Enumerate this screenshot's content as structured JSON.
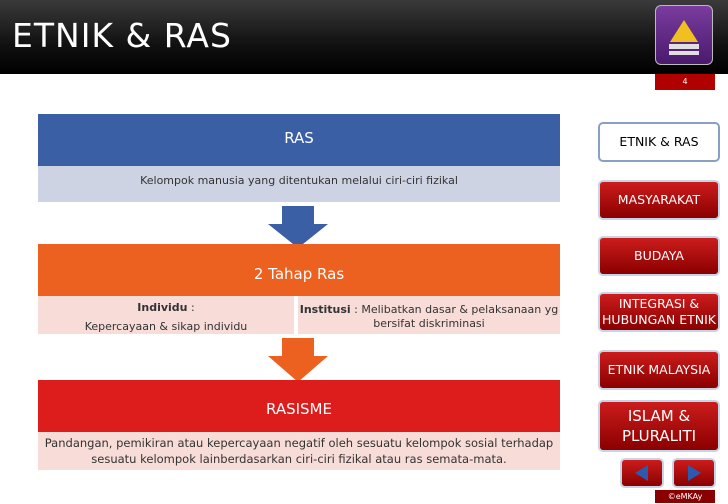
{
  "header": {
    "title": "ETNIK & RAS",
    "page_number": "4"
  },
  "main": {
    "ras": {
      "title": "RAS",
      "desc": "Kelompok manusia yang ditentukan melalui ciri-ciri fizikal"
    },
    "tahap": {
      "title": "2 Tahap Ras",
      "individu_label": "Individu",
      "individu_colon": " :",
      "individu_text": "Kepercayaan & sikap individu",
      "institusi_label": "Institusi",
      "institusi_text": " : Melibatkan dasar & pelaksanaan yg bersifat diskriminasi"
    },
    "rasisme": {
      "title": "RASISME",
      "desc": "Pandangan, pemikiran atau kepercayaan negatif oleh sesuatu kelompok sosial terhadap sesuatu kelompok lainberdasarkan ciri-ciri fizikal atau ras semata-mata."
    }
  },
  "nav": {
    "items": [
      {
        "label": "ETNIK & RAS"
      },
      {
        "label": "MASYARAKAT"
      },
      {
        "label": "BUDAYA"
      },
      {
        "label": "INTEGRASI & HUBUNGAN ETNIK"
      },
      {
        "label": "ETNIK MALAYSIA"
      },
      {
        "label": "ISLAM & PLURALITI"
      }
    ],
    "prev_icon": "left-triangle-icon",
    "next_icon": "right-triangle-icon"
  },
  "footer": {
    "copyright": "©eMKAy"
  },
  "colors": {
    "blue": "#3b5fa5",
    "orange": "#ec611f",
    "red": "#dd1c1c",
    "nav_red": "#cc1c1c"
  }
}
